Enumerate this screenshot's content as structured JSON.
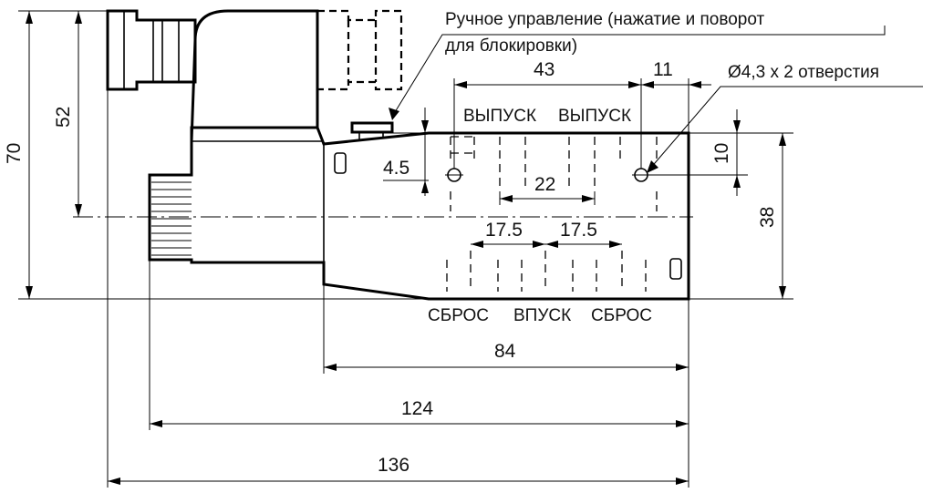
{
  "drawing": {
    "note_line1": "Ручное управление (нажатие и поворот",
    "note_line2": "для блокировки)",
    "holes_label": "Ø4,3 x 2 отверстия",
    "ports": {
      "outlet_a": "ВЫПУСК",
      "outlet_b": "ВЫПУСК",
      "exhaust_a": "СБРОС",
      "inlet": "ВПУСК",
      "exhaust_b": "СБРОС"
    },
    "dimensions": {
      "overall_height": "70",
      "coil_height": "52",
      "port_spacing_top": "43",
      "hole_offset": "11",
      "hole_pitch_vertical": "10",
      "body_height": "38",
      "step": "4.5",
      "outlet_pitch": "22",
      "inlet_pitch_left": "17.5",
      "inlet_pitch_right": "17.5",
      "body_length": "84",
      "length_with_connector": "124",
      "overall_length": "136"
    }
  }
}
